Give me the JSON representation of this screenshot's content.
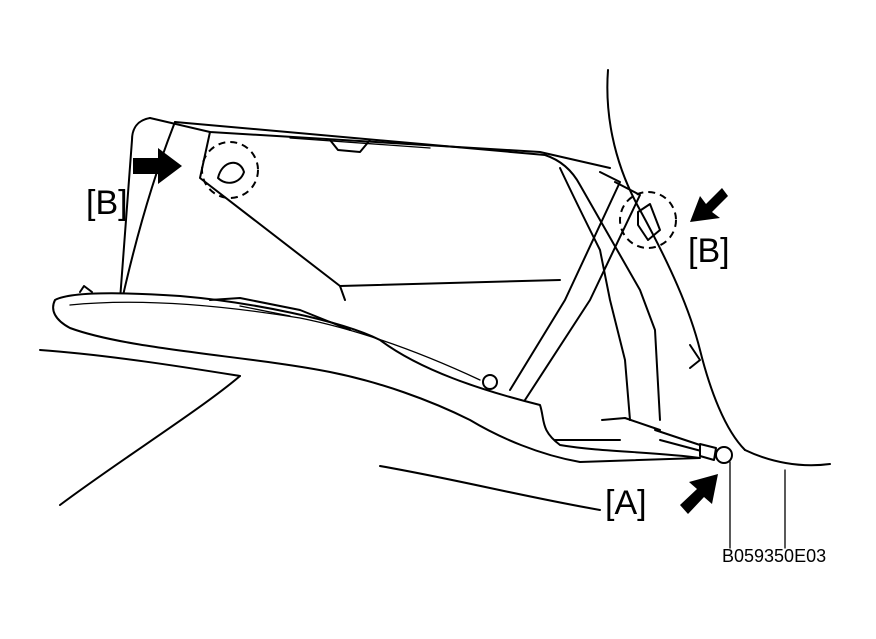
{
  "labels": {
    "a": "[A]",
    "b_left": "[B]",
    "b_right": "[B]"
  },
  "figure_code": "B059350E03"
}
